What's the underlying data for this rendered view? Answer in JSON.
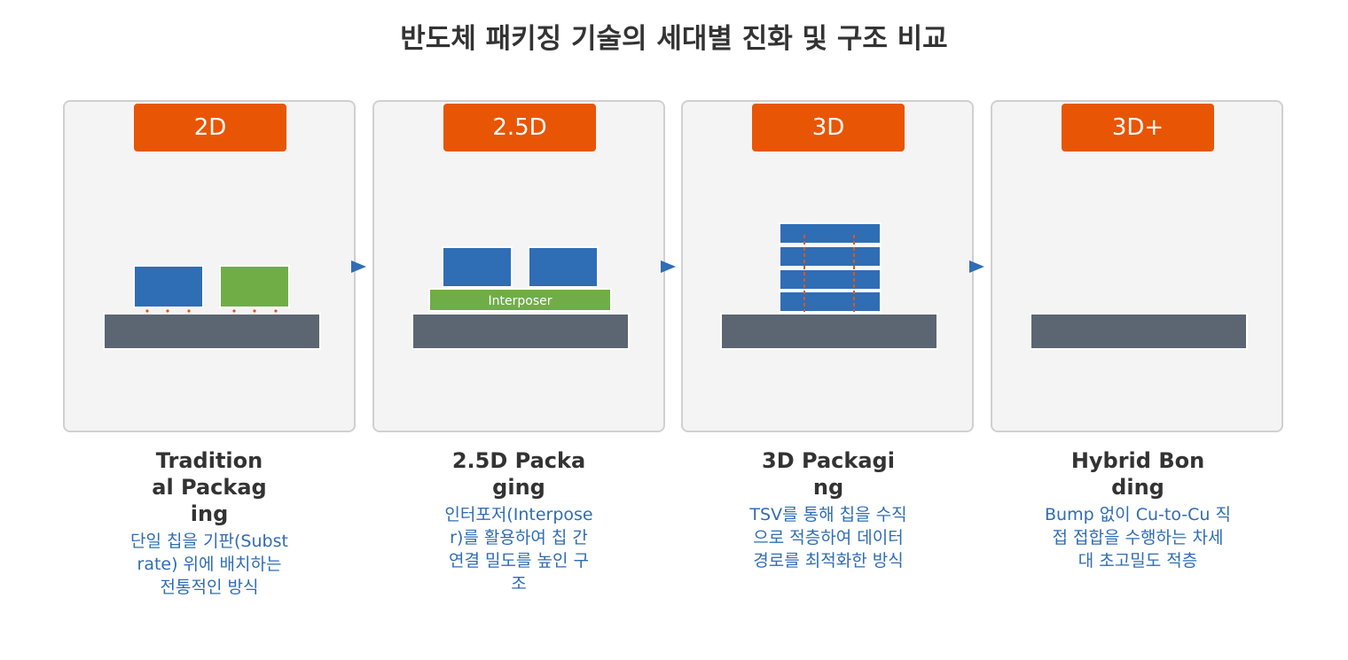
{
  "title": "반도체 패키징 기술의 세대별 진화 및 구조 비교",
  "colors": {
    "badge": "#e85504",
    "substrate": "#5c6672",
    "chip_blue": "#2f6db5",
    "chip_green": "#70ad47",
    "bump": "#e85504",
    "panel_bg": "#f4f4f4",
    "desc_text": "#2f6db5"
  },
  "stages": [
    {
      "badge": "2D",
      "name": "Traditional Packaging",
      "desc": "단일 칩을 기판(Substrate) 위에 배치하는 전통적인 방식"
    },
    {
      "badge": "2.5D",
      "name": "2.5D Packaging",
      "desc": "인터포저(Interposer)를 활용하여 칩 간 연결 밀도를 높인 구조",
      "interposer_label": "Interposer"
    },
    {
      "badge": "3D",
      "name": "3D Packaging",
      "desc": "TSV를 통해 칩을 수직으로 적층하여 데이터 경로를 최적화한 방식"
    },
    {
      "badge": "3D+",
      "name": "Hybrid Bonding",
      "desc": "Bump 없이 Cu-to-Cu 직접 접합을 수행하는 차세대 초고밀도 적층"
    }
  ]
}
